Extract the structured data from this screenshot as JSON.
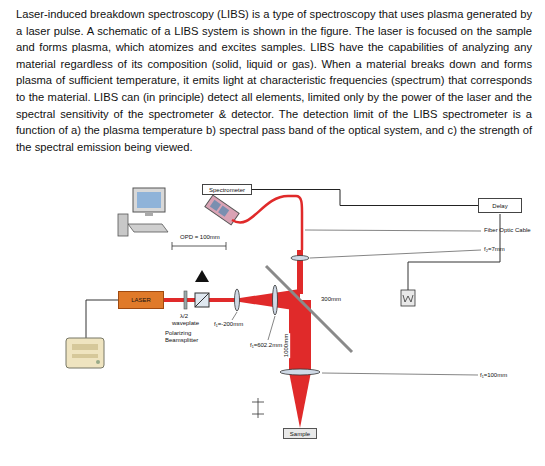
{
  "diagram": {
    "caption": "Laser-induced breakdown spectroscopy (LIBS) is a type of spectroscopy that uses plasma generated by a laser pulse. A schematic of a LIBS system is shown in the figure. The laser is focused on the sample and forms plasma, which atomizes and excites samples. LIBS have the capabilities of analyzing any material regardless of its composition (solid, liquid or gas). When a material breaks down and forms plasma of sufficient temperature, it emits light at characteristic frequencies (spectrum) that corresponds to the material. LIBS can (in principle) detect all elements, limited only by the power of the laser and the spectral sensitivity of the spectrometer & detector. The detection limit of the LIBS spectrometer is a function of a) the plasma temperature b) spectral pass band of the optical system, and c) the strength of the spectral emission being viewed.",
    "nodes": [
      {
        "text": [
          "Spectrometer"
        ]
      },
      {
        "text": [
          "Delay"
        ]
      },
      {
        "text": [
          "LASER"
        ]
      },
      {
        "text": [
          "Sample"
        ]
      }
    ],
    "edges": [
      {
        "from": 0,
        "to": 1,
        "arrow": "none"
      }
    ],
    "labels": [
      "OPD = 100mm",
      "Fiber Optic Cable",
      "f₂=7mm",
      "λ/2",
      "waveplate",
      "Polarizing Beamsplitter",
      "f₁=-200mm",
      "f₁=602.2mm",
      "300mm",
      "1000mm",
      "f₁=100mm"
    ]
  }
}
